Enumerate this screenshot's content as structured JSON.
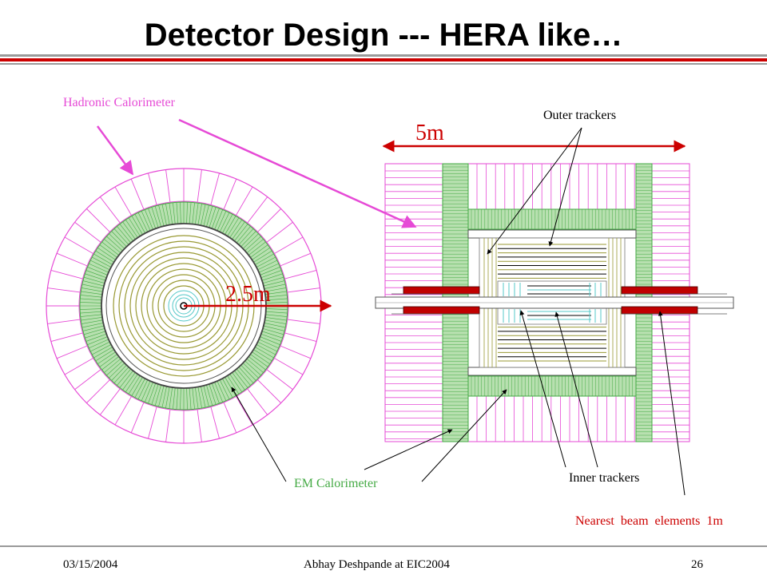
{
  "slide": {
    "title": "Detector Design --- HERA like…",
    "footer": {
      "date": "03/15/2004",
      "author": "Abhay Deshpande at EIC2004",
      "page": "26"
    }
  },
  "labels": {
    "hadronic": "Hadronic Calorimeter",
    "em": "EM Calorimeter",
    "outer_trackers": "Outer trackers",
    "inner_trackers": "Inner trackers",
    "beam": "Nearest  beam  elements  1m",
    "width_5m": "5m",
    "radius_2_5m": "2.5m"
  },
  "colors": {
    "title_rule_red": "#cc0000",
    "hadronic_pink": "#e64ad6",
    "em_green": "#44aa44",
    "em_fill": "#b8e0b0",
    "beam_red": "#cc0000",
    "tracker_olive": "#999933",
    "inner_cyan": "#55c8c8"
  }
}
